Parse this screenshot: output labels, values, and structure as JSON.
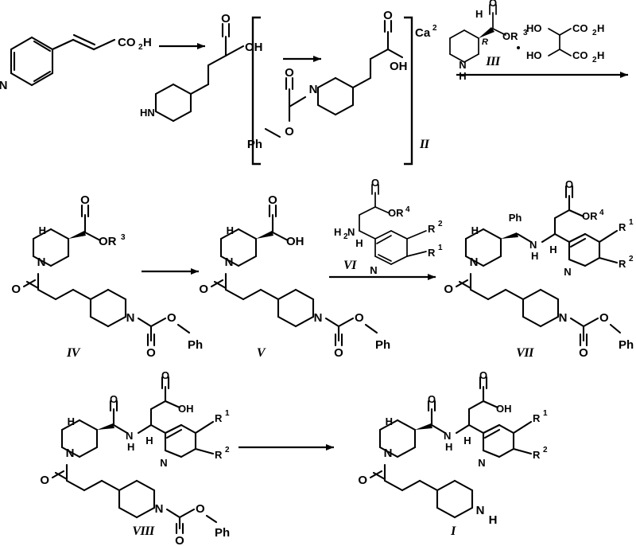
{
  "document": {
    "type": "chemical-reaction-scheme",
    "title": "Multi-step synthesis scheme",
    "background_color": "#ffffff",
    "line_color": "#000000"
  },
  "labels": {
    "compound_I": "I",
    "compound_II": "II",
    "compound_III": "III",
    "compound_IV": "IV",
    "compound_V": "V",
    "compound_VI": "VI",
    "compound_VII": "VII",
    "compound_VIII": "VIII"
  },
  "atoms": {
    "N": "N",
    "O": "O",
    "H": "H",
    "HN": "HN",
    "NH": "NH",
    "OH": "OH",
    "HO": "HO",
    "H2N": "H",
    "H2N_sub": "2",
    "H2N_tail": "N",
    "Ph": "Ph",
    "Ca": "Ca",
    "Ca_charge": "2",
    "CO2H_c": "CO",
    "CO2H_sub": "2",
    "CO2H_h": "H",
    "OR_o": "OR",
    "R_label": "R",
    "sup_1": "1",
    "sup_2": "2",
    "sup_3": "3",
    "sup_4": "4"
  },
  "rows": [
    {
      "row": 1,
      "steps": [
        {
          "reactant": "pyridin-4-yl acrylic acid",
          "arrow": "plain",
          "reagent_label": ""
        },
        {
          "reactant": "3-(piperidin-4-yl)propanoic acid",
          "arrow": "plain",
          "reagent_label": ""
        },
        {
          "reactant": "compound II calcium salt, bracketed",
          "arrow": "labeled",
          "reagent_label": "III"
        }
      ]
    },
    {
      "row": 2,
      "steps": [
        {
          "reactant": "compound IV",
          "arrow": "plain",
          "reagent_label": ""
        },
        {
          "reactant": "compound V",
          "arrow": "labeled",
          "reagent_label": "VI"
        },
        {
          "reactant": "compound VII",
          "arrow": "plain",
          "reagent_label": ""
        }
      ]
    },
    {
      "row": 3,
      "steps": [
        {
          "reactant": "compound VIII",
          "arrow": "plain",
          "reagent_label": ""
        },
        {
          "reactant": "compound I",
          "arrow": "none",
          "reagent_label": ""
        }
      ]
    }
  ]
}
